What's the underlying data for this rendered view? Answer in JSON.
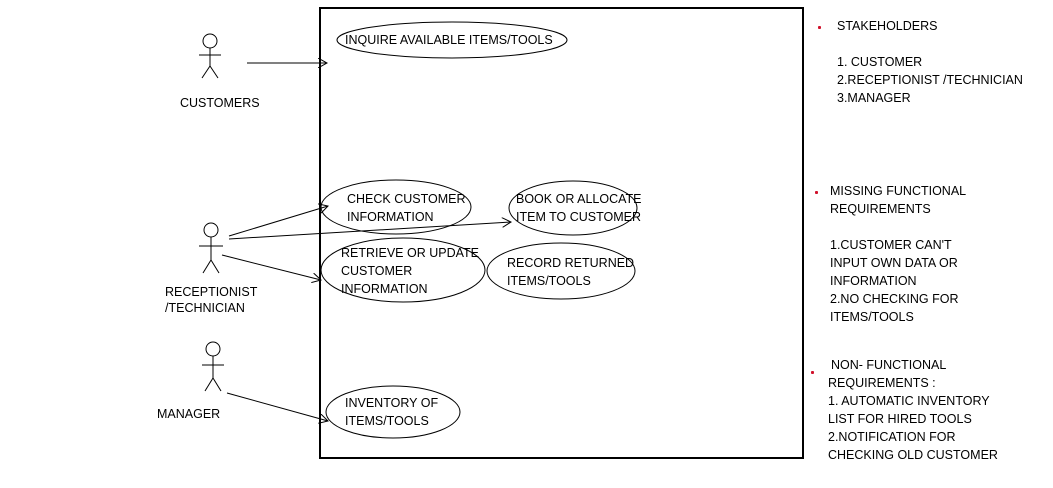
{
  "actors": [
    {
      "id": "customers",
      "label_lines": [
        "CUSTOMERS"
      ]
    },
    {
      "id": "receptionist",
      "label_lines": [
        "RECEPTIONIST",
        "/TECHNICIAN"
      ]
    },
    {
      "id": "manager",
      "label_lines": [
        "MANAGER"
      ]
    }
  ],
  "use_cases": [
    {
      "id": "inquire",
      "label_lines": [
        "INQUIRE AVAILABLE ITEMS/TOOLS"
      ]
    },
    {
      "id": "check",
      "label_lines": [
        "CHECK CUSTOMER",
        "INFORMATION"
      ]
    },
    {
      "id": "book",
      "label_lines": [
        "BOOK OR ALLOCATE",
        "ITEM TO CUSTOMER"
      ]
    },
    {
      "id": "retrieve",
      "label_lines": [
        "RETRIEVE OR UPDATE",
        "CUSTOMER",
        "INFORMATION"
      ]
    },
    {
      "id": "record",
      "label_lines": [
        "RECORD RETURNED",
        "ITEMS/TOOLS"
      ]
    },
    {
      "id": "inventory",
      "label_lines": [
        "INVENTORY  OF",
        "ITEMS/TOOLS"
      ]
    }
  ],
  "notes": {
    "stakeholders": {
      "title": "STAKEHOLDERS",
      "items": [
        "1. CUSTOMER",
        "2.RECEPTIONIST /TECHNICIAN",
        "3.MANAGER"
      ]
    },
    "missing_functional": {
      "title_lines": [
        "MISSING FUNCTIONAL",
        "REQUIREMENTS"
      ],
      "items": [
        "1.CUSTOMER CAN'T",
        "INPUT OWN DATA OR",
        "INFORMATION",
        "2.NO CHECKING FOR",
        "ITEMS/TOOLS"
      ]
    },
    "non_functional": {
      "title_lines": [
        "NON- FUNCTIONAL",
        "REQUIREMENTS :"
      ],
      "items": [
        "1. AUTOMATIC INVENTORY",
        "LIST FOR HIRED TOOLS",
        "2.NOTIFICATION FOR",
        "CHECKING OLD CUSTOMER"
      ]
    }
  },
  "colors": {
    "bullet": "#d0112b",
    "line": "#000000"
  }
}
